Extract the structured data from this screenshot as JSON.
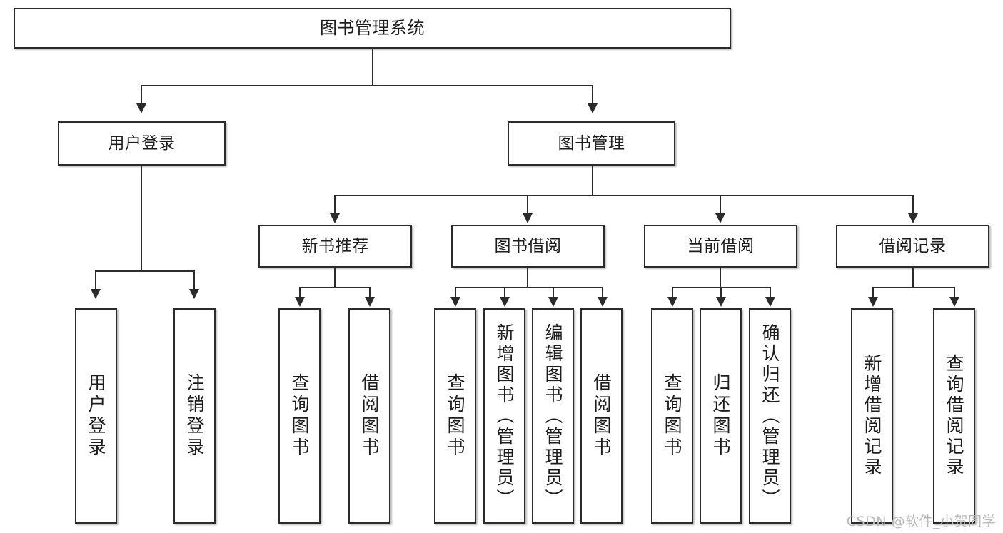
{
  "diagram": {
    "title": "图书管理系统",
    "type": "tree",
    "watermark": "CSDN @软件_小贺同学",
    "colors": {
      "box_border": "#2b2b2b",
      "box_fill": "#ffffff",
      "line": "#2b2b2b",
      "text": "#1d1d1d",
      "watermark": "#b9b9b9",
      "background": "#ffffff"
    },
    "root": {
      "label": "图书管理系统"
    },
    "level2": [
      {
        "label": "用户登录"
      },
      {
        "label": "图书管理"
      }
    ],
    "level3": [
      {
        "label": "新书推荐"
      },
      {
        "label": "图书借阅"
      },
      {
        "label": "当前借阅"
      },
      {
        "label": "借阅记录"
      }
    ],
    "leaves": {
      "user_login": [
        {
          "label": "用户登录"
        },
        {
          "label": "注销登录"
        }
      ],
      "new_book_recommend": [
        {
          "label": "查询图书"
        },
        {
          "label": "借阅图书"
        }
      ],
      "book_borrow": [
        {
          "label": "查询图书"
        },
        {
          "label": "新增图书（管理员）"
        },
        {
          "label": "编辑图书（管理员）"
        },
        {
          "label": "借阅图书"
        }
      ],
      "current_borrow": [
        {
          "label": "查询图书"
        },
        {
          "label": "归还图书"
        },
        {
          "label": "确认归还（管理员）"
        }
      ],
      "borrow_record": [
        {
          "label": "新增借阅记录"
        },
        {
          "label": "查询借阅记录"
        }
      ]
    }
  }
}
